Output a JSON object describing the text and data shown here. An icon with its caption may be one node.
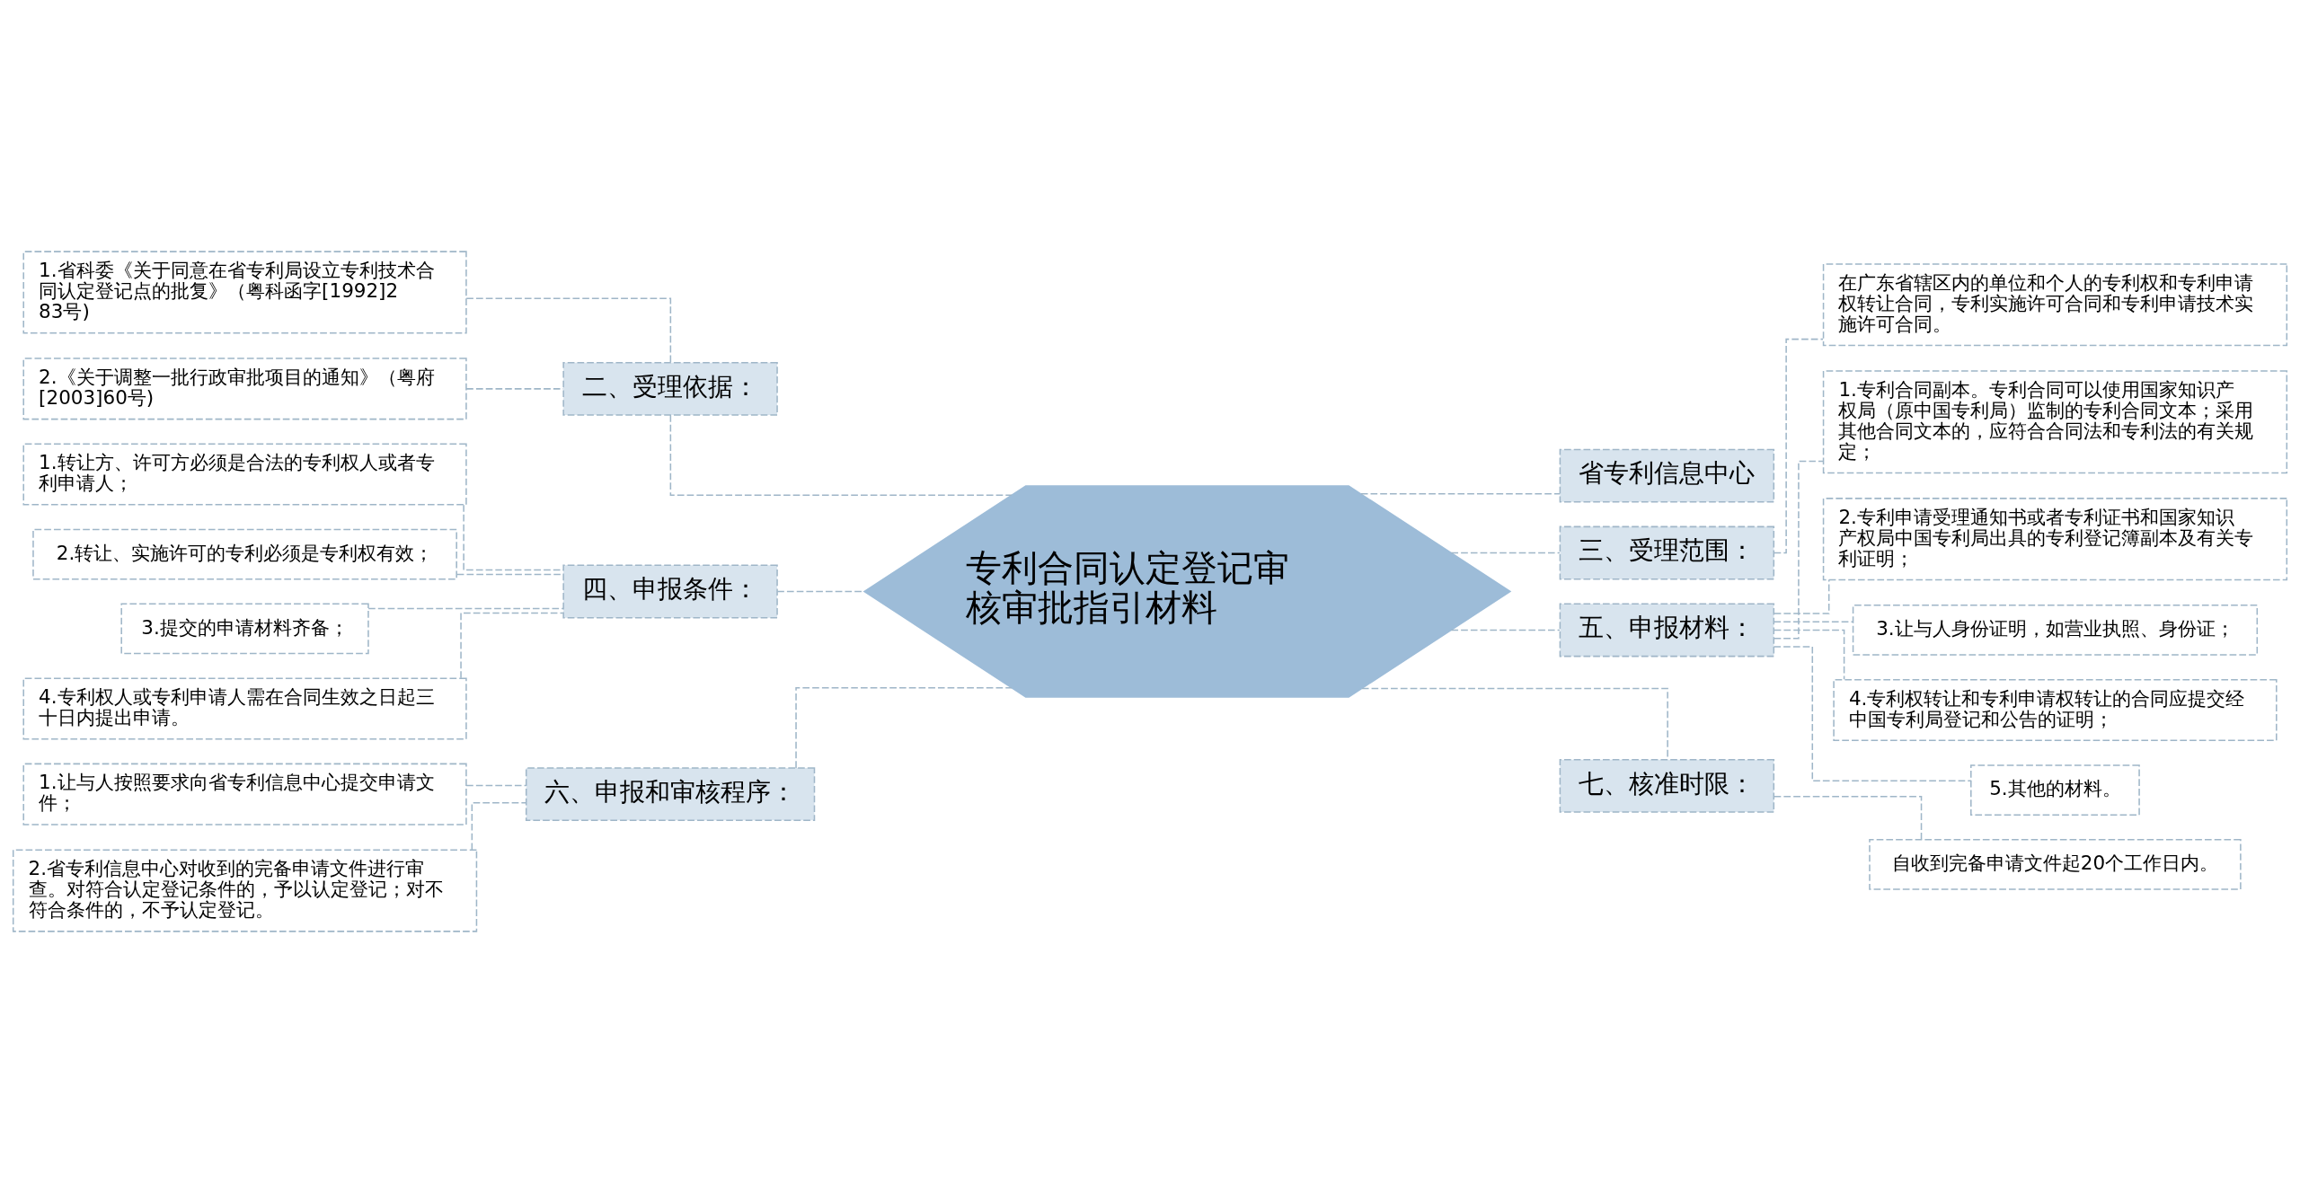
{
  "diagram": {
    "nodes": [
      {
        "text": [
          "专利合同认定登记审核审批指引材料"
        ]
      },
      {
        "text": [
          "二、受理依据："
        ]
      },
      {
        "text": [
          "1.省科委《关于同意在省专利局设立专利技术合同认定登记点的批复》（粤科函字[1992]283号)"
        ]
      },
      {
        "text": [
          "2.《关于调整一批行政审批项目的通知》（粤府[2003]60号)"
        ]
      },
      {
        "text": [
          "四、申报条件："
        ]
      },
      {
        "text": [
          "1.转让方、许可方必须是合法的专利权人或者专利申请人；"
        ]
      },
      {
        "text": [
          "2.转让、实施许可的专利必须是专利权有效；"
        ]
      },
      {
        "text": [
          "3.提交的申请材料齐备；"
        ]
      },
      {
        "text": [
          "4.专利权人或专利申请人需在合同生效之日起三十日内提出申请。"
        ]
      },
      {
        "text": [
          "六、申报和审核程序："
        ]
      },
      {
        "text": [
          "1.让与人按照要求向省专利信息中心提交申请文件；"
        ]
      },
      {
        "text": [
          "2.省专利信息中心对收到的完备申请文件进行审查。对符合认定登记条件的，予以认定登记；对不符合条件的，不予认定登记。"
        ]
      },
      {
        "text": [
          "省专利信息中心"
        ]
      },
      {
        "text": [
          "三、受理范围："
        ]
      },
      {
        "text": [
          "在广东省辖区内的单位和个人的专利权和专利申请权转让合同，专利实施许可合同和专利申请技术实施许可合同。"
        ]
      },
      {
        "text": [
          "五、申报材料："
        ]
      },
      {
        "text": [
          "1.专利合同副本。专利合同可以使用国家知识产权局（原中国专利局）监制的专利合同文本；采用其他合同文本的，应符合合同法和专利法的有关规定；"
        ]
      },
      {
        "text": [
          "2.专利申请受理通知书或者专利证书和国家知识产权局中国专利局出具的专利登记簿副本及有关专利证明；"
        ]
      },
      {
        "text": [
          "3.让与人身份证明，如营业执照、身份证；"
        ]
      },
      {
        "text": [
          "4.专利权转让和专利申请权转让的合同应提交经中国专利局登记和公告的证明；"
        ]
      },
      {
        "text": [
          "5.其他的材料。"
        ]
      },
      {
        "text": [
          "七、核准时限："
        ]
      },
      {
        "text": [
          "自收到完备申请文件起20个工作日内。"
        ]
      }
    ],
    "edges": [
      {
        "from": 1,
        "to": 0,
        "arrow": "none",
        "style": "dashed"
      },
      {
        "from": 2,
        "to": 1,
        "arrow": "none",
        "style": "dashed"
      },
      {
        "from": 3,
        "to": 1,
        "arrow": "none",
        "style": "dashed"
      },
      {
        "from": 4,
        "to": 0,
        "arrow": "none",
        "style": "dashed"
      },
      {
        "from": 5,
        "to": 4,
        "arrow": "none",
        "style": "dashed"
      },
      {
        "from": 6,
        "to": 4,
        "arrow": "none",
        "style": "dashed"
      },
      {
        "from": 7,
        "to": 4,
        "arrow": "none",
        "style": "dashed"
      },
      {
        "from": 8,
        "to": 4,
        "arrow": "none",
        "style": "dashed"
      },
      {
        "from": 9,
        "to": 0,
        "arrow": "none",
        "style": "dashed"
      },
      {
        "from": 10,
        "to": 9,
        "arrow": "none",
        "style": "dashed"
      },
      {
        "from": 11,
        "to": 9,
        "arrow": "none",
        "style": "dashed"
      },
      {
        "from": 0,
        "to": 12,
        "arrow": "none",
        "style": "dashed"
      },
      {
        "from": 0,
        "to": 13,
        "arrow": "none",
        "style": "dashed"
      },
      {
        "from": 13,
        "to": 14,
        "arrow": "none",
        "style": "dashed"
      },
      {
        "from": 0,
        "to": 15,
        "arrow": "none",
        "style": "dashed"
      },
      {
        "from": 15,
        "to": 16,
        "arrow": "none",
        "style": "dashed"
      },
      {
        "from": 15,
        "to": 17,
        "arrow": "none",
        "style": "dashed"
      },
      {
        "from": 15,
        "to": 18,
        "arrow": "none",
        "style": "dashed"
      },
      {
        "from": 15,
        "to": 19,
        "arrow": "none",
        "style": "dashed"
      },
      {
        "from": 15,
        "to": 20,
        "arrow": "none",
        "style": "dashed"
      },
      {
        "from": 0,
        "to": 21,
        "arrow": "none",
        "style": "dashed"
      },
      {
        "from": 21,
        "to": 22,
        "arrow": "none",
        "style": "dashed"
      }
    ]
  }
}
